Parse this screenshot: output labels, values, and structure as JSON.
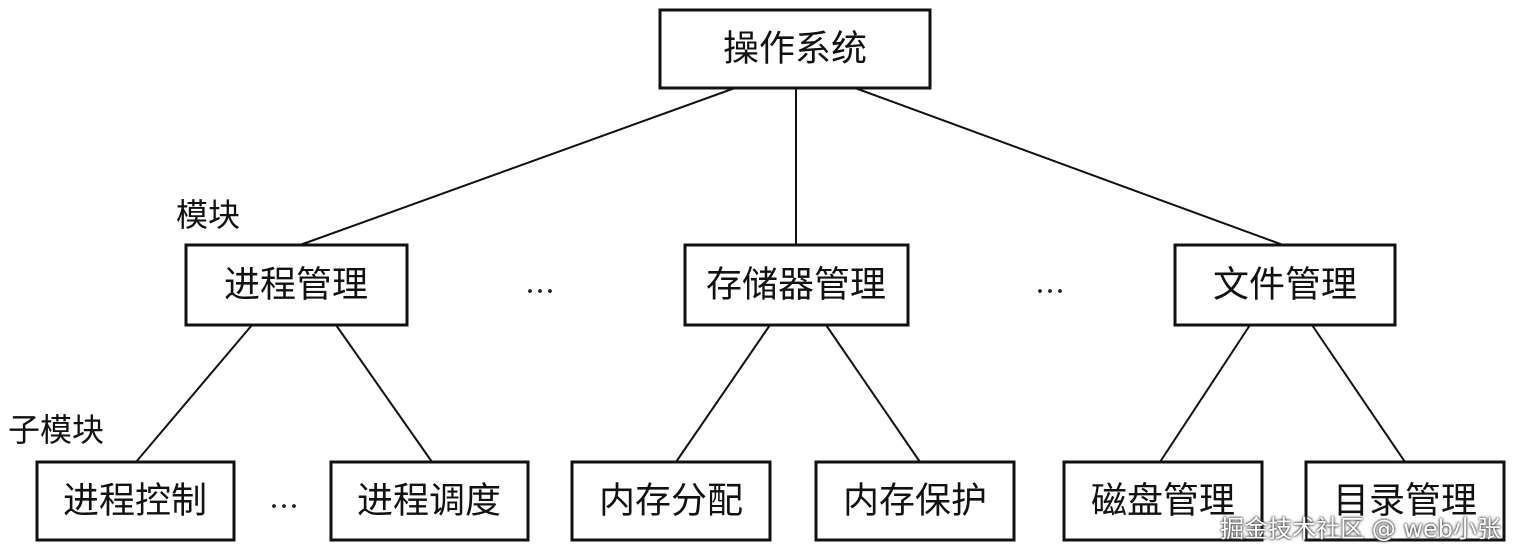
{
  "diagram": {
    "root": "操作系统",
    "level_labels": {
      "module": "模块",
      "submodule": "子模块"
    },
    "modules": [
      {
        "label": "进程管理",
        "children": [
          "进程控制",
          "进程调度"
        ]
      },
      {
        "label": "存储器管理",
        "children": [
          "内存分配",
          "内存保护"
        ]
      },
      {
        "label": "文件管理",
        "children": [
          "磁盘管理",
          "目录管理"
        ]
      }
    ],
    "ellipsis": "…"
  },
  "watermark": "掘金技术社区 @ web小张"
}
